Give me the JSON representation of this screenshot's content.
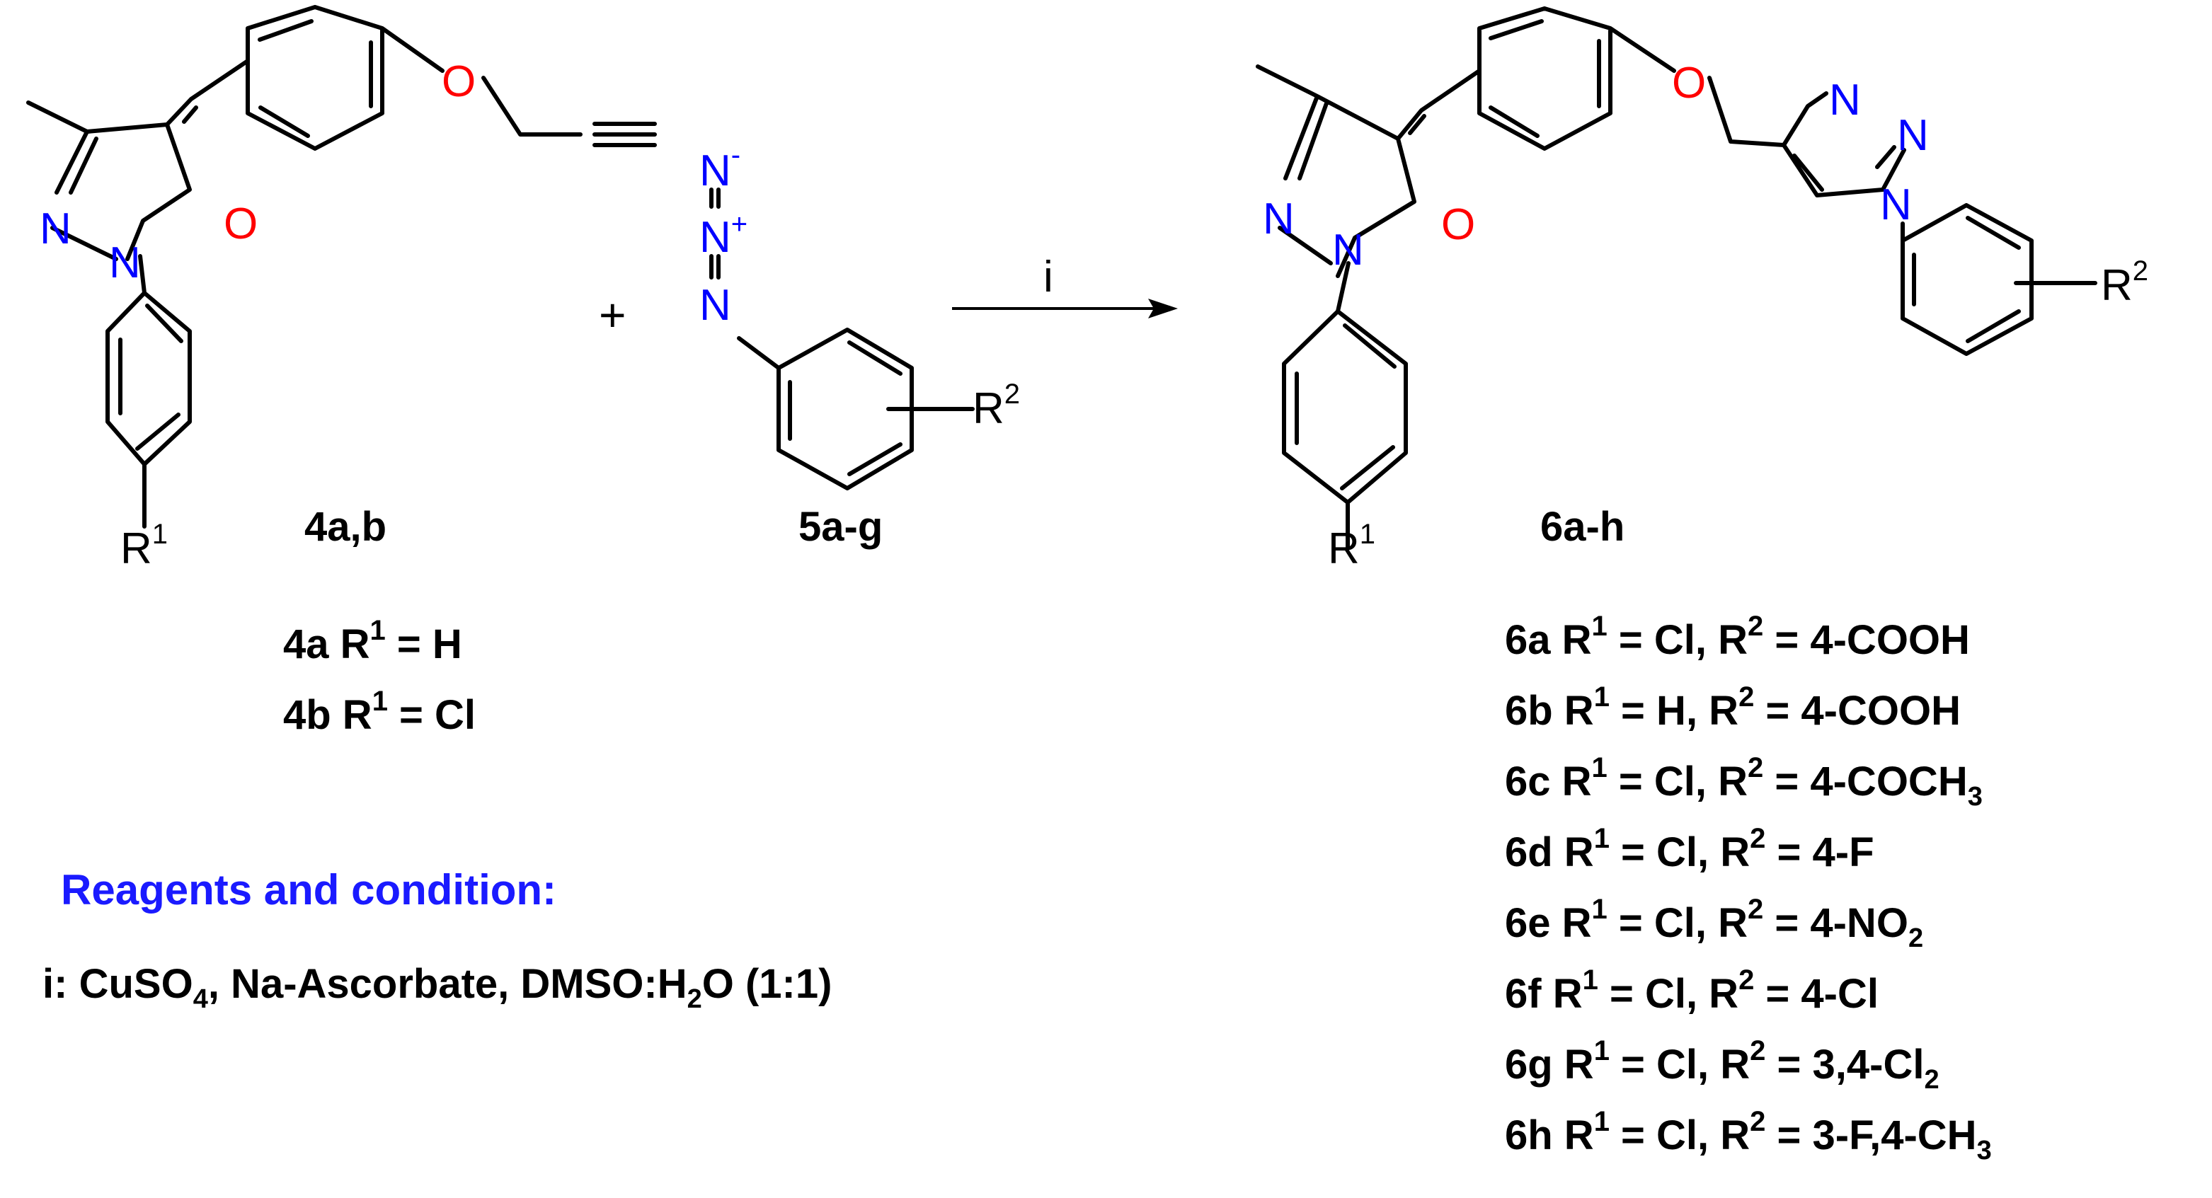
{
  "atoms": {
    "N": "N",
    "O": "O",
    "R": "R",
    "sup1": "1",
    "sup2": "2",
    "minus": "-",
    "plus": "+"
  },
  "plus_sign": "+",
  "arrow_label": "i",
  "compounds": {
    "c4": "4a,b",
    "c5": "5a-g",
    "c6": "6a-h"
  },
  "variants_4": [
    {
      "id": "4a",
      "r1": "H"
    },
    {
      "id": "4b",
      "r1": "Cl"
    }
  ],
  "variants_6": [
    {
      "id": "6a",
      "r1": "Cl",
      "r2": "4-COOH",
      "r2_sub": ""
    },
    {
      "id": "6b",
      "r1": "H",
      "r2": "4-COOH",
      "r2_sub": ""
    },
    {
      "id": "6c",
      "r1": "Cl",
      "r2": "4-COCH",
      "r2_sub": "3"
    },
    {
      "id": "6d",
      "r1": "Cl",
      "r2": "4-F",
      "r2_sub": ""
    },
    {
      "id": "6e",
      "r1": "Cl",
      "r2": "4-NO",
      "r2_sub": "2"
    },
    {
      "id": "6f",
      "r1": "Cl",
      "r2": "4-Cl",
      "r2_sub": ""
    },
    {
      "id": "6g",
      "r1": "Cl",
      "r2": "3,4-Cl",
      "r2_sub": "2"
    },
    {
      "id": "6h",
      "r1": "Cl",
      "r2": "3-F,4-CH",
      "r2_sub": "3"
    }
  ],
  "reagents": {
    "title": "Reagents and condition:",
    "label": "i:",
    "cuso": "CuSO",
    "cuso_sub": "4",
    "rest1": ", Na-Ascorbate, DMSO:H",
    "h2o_sub": "2",
    "rest2": "O (1:1)"
  },
  "colors": {
    "oxygen": "#ff0000",
    "nitrogen": "#0000ff",
    "bond": "#000000",
    "reagent_title": "#1a1aff"
  }
}
